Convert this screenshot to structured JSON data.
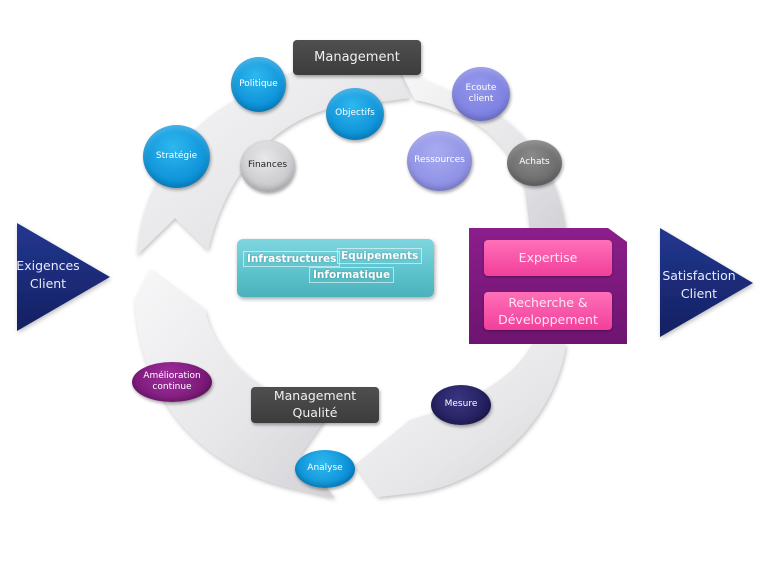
{
  "diagram": {
    "title": "Management",
    "center_title": "Management Qualité",
    "input": {
      "line1": "Exigences",
      "line2": "Client"
    },
    "output": {
      "line1": "Satisfaction",
      "line2": "Client"
    },
    "nodes": {
      "politique": "Politique",
      "strategie": "Stratégie",
      "objectifs": "Objectifs",
      "finances": "Finances",
      "ecoute_client_1": "Ecoute",
      "ecoute_client_2": "client",
      "ressources": "Ressources",
      "achats": "Achats",
      "amelioration_1": "Amélioration",
      "amelioration_2": "continue",
      "mesure": "Mesure",
      "analyse": "Analyse"
    },
    "resources_box": {
      "infrastructures": "Infrastructures",
      "equipements": "Equipements",
      "informatique": "Informatique"
    },
    "competence_panel": {
      "expertise": "Expertise",
      "rd_line1": "Recherche &",
      "rd_line2": "Développement"
    },
    "management_qualite": {
      "line1": "Management",
      "line2": "Qualité"
    },
    "colors": {
      "arrow_navy": "#1c2a78",
      "node_blue": "#0a8fd6",
      "node_lavender": "#8c8fe4",
      "node_purple": "#7c1a79",
      "node_navy": "#221e5c",
      "dark_box": "#444444",
      "teal_box": "#5bc2cc",
      "purple_panel": "#7a1879",
      "pink_button": "#f5479f",
      "ring": "#e9e9ec"
    }
  }
}
